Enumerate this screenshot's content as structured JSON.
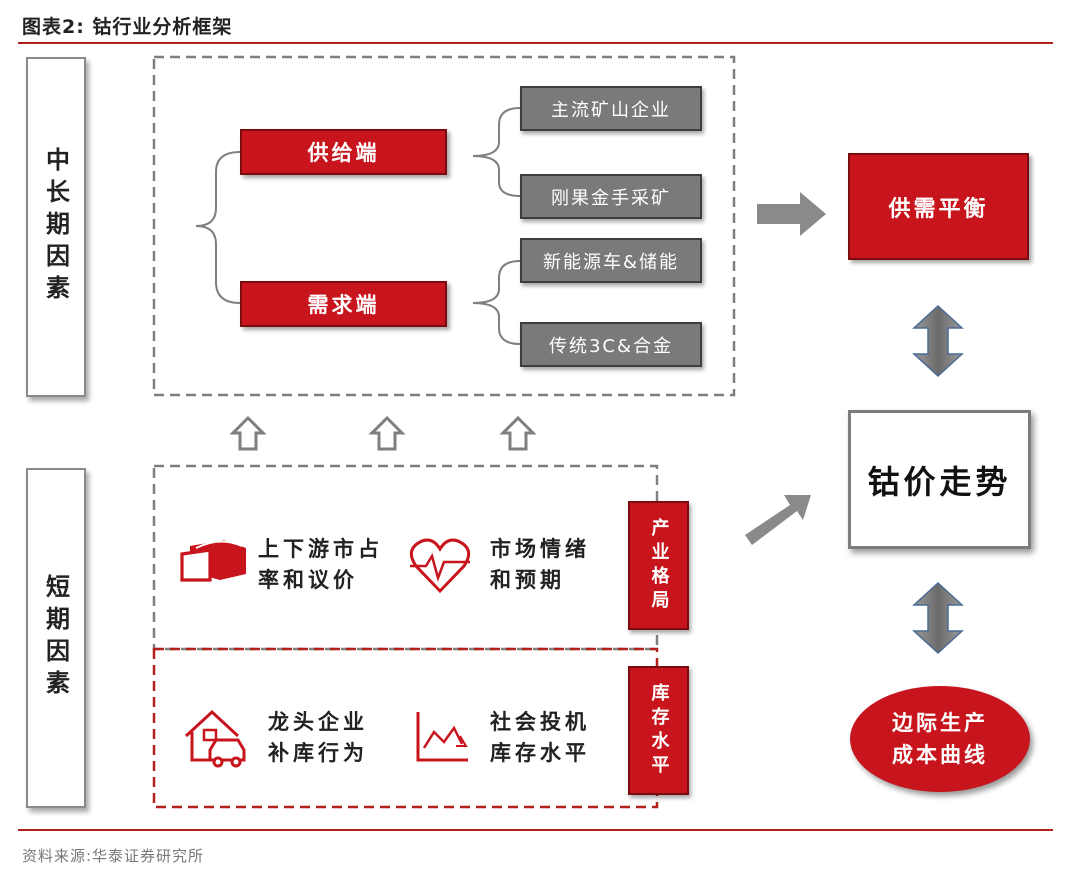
{
  "header": {
    "title": "图表2:   钴行业分析框架"
  },
  "footer": {
    "source": "资料来源:华泰证券研究所"
  },
  "left_labels": {
    "long_term": "中长期因素",
    "short_term": "短期因素"
  },
  "long_term": {
    "supply": {
      "label": "供给端",
      "children": [
        "主流矿山企业",
        "刚果金手采矿"
      ]
    },
    "demand": {
      "label": "需求端",
      "children": [
        "新能源车&储能",
        "传统3C&合金"
      ]
    }
  },
  "short_term": {
    "industry": {
      "tag": "产业格局",
      "factors": [
        {
          "icon": "pie-chart-icon",
          "lines": [
            "上下游市占",
            "率和议价"
          ]
        },
        {
          "icon": "heart-pulse-icon",
          "lines": [
            "市场情绪",
            "和预期"
          ]
        }
      ]
    },
    "inventory": {
      "tag": "库存水平",
      "factors": [
        {
          "icon": "house-car-icon",
          "lines": [
            "龙头企业",
            "补库行为"
          ]
        },
        {
          "icon": "line-chart-icon",
          "lines": [
            "社会投机",
            "库存水平"
          ]
        }
      ]
    }
  },
  "right": {
    "balance": "供需平衡",
    "price": "钴价走势",
    "cost_lines": [
      "边际生产",
      "成本曲线"
    ]
  },
  "colors": {
    "accent": "#c8141c",
    "grey_box": "#7a7a7a",
    "arrow": "#8a8a8a",
    "double_arrow": "#7f7f7f"
  }
}
